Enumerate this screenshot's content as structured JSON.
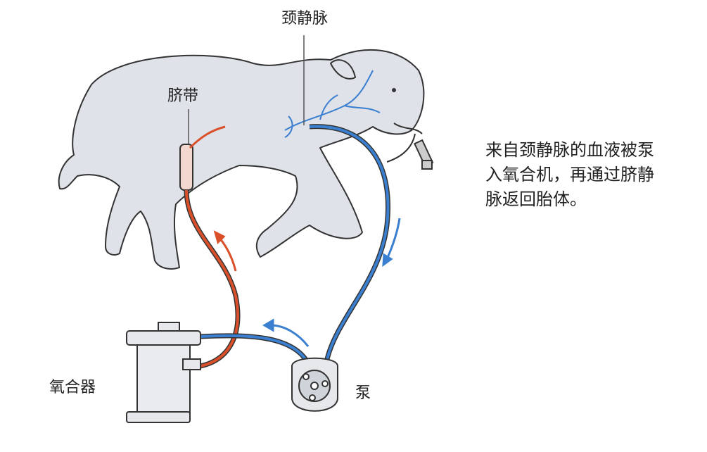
{
  "labels": {
    "jugular_vein": "颈静脉",
    "umbilical_cord": "脐带",
    "oxygenator": "氧合器",
    "pump": "泵"
  },
  "description": {
    "lines": [
      "来自颈静脉的血液被泵",
      "入氧合机，再通过脐静",
      "脉返回胎体。"
    ]
  },
  "colors": {
    "venous_blue": "#3b7fd0",
    "arterial_red": "#d9502a",
    "body_grey": "#dfe2e8",
    "outline": "#333333"
  }
}
